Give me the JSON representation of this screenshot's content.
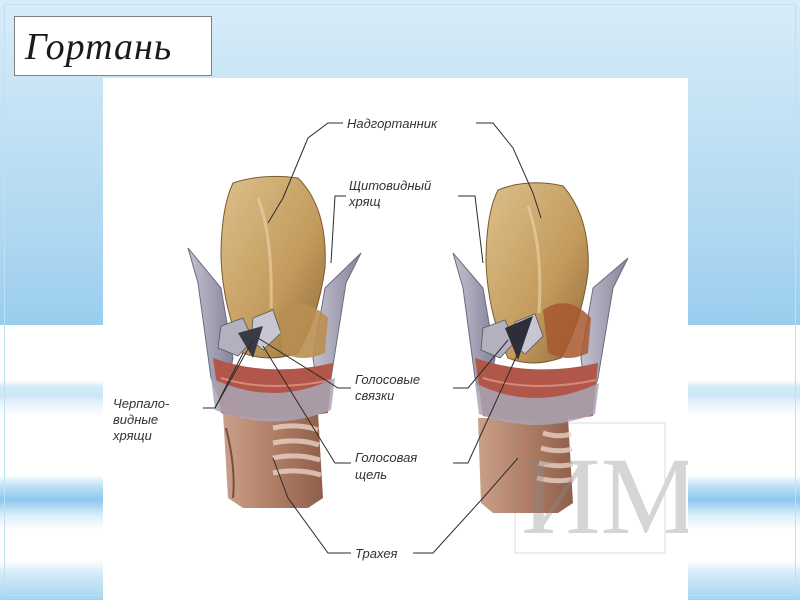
{
  "slide": {
    "title": "Гортань"
  },
  "diagram": {
    "labels": {
      "epiglottis": "Надгортанник",
      "thyroid_1": "Щитовидный",
      "thyroid_2": "хрящ",
      "arytenoid_1": "Черпало-",
      "arytenoid_2": "видные",
      "arytenoid_3": "хрящи",
      "vocal_cords_1": "Голосовые",
      "vocal_cords_2": "связки",
      "glottis_1": "Голосовая",
      "glottis_2": "щель",
      "trachea": "Трахея"
    },
    "watermark": "ИМ"
  },
  "colors": {
    "cartilage": "#c9a46a",
    "cartilage_dark": "#8e6a3a",
    "thyroid": "#9b98a8",
    "muscle": "#b0574a",
    "trachea": "#b98a72"
  }
}
